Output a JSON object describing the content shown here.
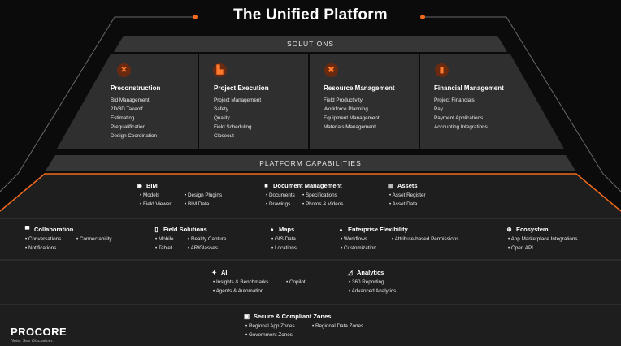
{
  "title": "The Unified Platform",
  "solutions_label": "SOLUTIONS",
  "capabilities_label": "PLATFORM CAPABILITIES",
  "solutions": [
    {
      "title": "Preconstruction",
      "icon": "x-tools-icon",
      "glyph": "✕",
      "items": [
        "Bid Management",
        "2D/3D Takeoff",
        "Estimating",
        "Prequalification",
        "Design Coordination"
      ]
    },
    {
      "title": "Project Execution",
      "icon": "hardhat-icon",
      "glyph": "▙",
      "items": [
        "Project Management",
        "Safety",
        "Quality",
        "Field Scheduling",
        "Closeout"
      ]
    },
    {
      "title": "Resource Management",
      "icon": "wrench-icon",
      "glyph": "✖",
      "items": [
        "Field Productivity",
        "Workforce Planning",
        "Equipment Management",
        "Materials Management"
      ]
    },
    {
      "title": "Financial Management",
      "icon": "bar-chart-icon",
      "glyph": "▮",
      "items": [
        "Project Financials",
        "Pay",
        "Payment Applications",
        "Accounting Integrations"
      ]
    }
  ],
  "capabilities": {
    "bim": {
      "title": "BIM",
      "icon": "cube-icon",
      "glyph": "◉",
      "items": [
        "Models",
        "Design Plugins",
        "Field Viewer",
        "BIM Data"
      ]
    },
    "document": {
      "title": "Document Management",
      "icon": "folder-icon",
      "glyph": "■",
      "items": [
        "Documents",
        "Specifications",
        "Drawings",
        "Photos & Videos"
      ]
    },
    "assets": {
      "title": "Assets",
      "icon": "building-icon",
      "glyph": "▥",
      "items": [
        "Asset Register",
        "Asset Data"
      ]
    },
    "collaboration": {
      "title": "Collaboration",
      "icon": "chat-icon",
      "glyph": "▀",
      "items": [
        "Conversations",
        "Connectability",
        "Notifications"
      ]
    },
    "field": {
      "title": "Field Solutions",
      "icon": "phone-icon",
      "glyph": "▯",
      "items": [
        "Mobile",
        "Reality Capture",
        "Tablet",
        "AR/Glasses"
      ]
    },
    "maps": {
      "title": "Maps",
      "icon": "map-pin-icon",
      "glyph": "●",
      "items": [
        "GIS Data",
        "Locations"
      ]
    },
    "flex": {
      "title": "Enterprise Flexibility",
      "icon": "hierarchy-icon",
      "glyph": "▲",
      "items": [
        "Workflows",
        "Attribute-based Permissions",
        "Customization"
      ]
    },
    "ecosystem": {
      "title": "Ecosystem",
      "icon": "globe-icon",
      "glyph": "⊛",
      "items": [
        "App Marketplace Integrations",
        "Open API"
      ]
    },
    "ai": {
      "title": "AI",
      "icon": "sparkle-icon",
      "glyph": "✦",
      "items": [
        "Insights & Benchmarks",
        "Copilot",
        "Agents & Automation"
      ]
    },
    "analytics": {
      "title": "Analytics",
      "icon": "line-chart-icon",
      "glyph": "◿",
      "items": [
        "360 Reporting",
        "Advanced Analytics"
      ]
    },
    "secure": {
      "title": "Secure & Compliant Zones",
      "icon": "lock-icon",
      "glyph": "▣",
      "items": [
        "Regional App Zones",
        "Regional Data Zones",
        "Government Zones"
      ]
    }
  },
  "brand": {
    "logo": "PROCORE",
    "note": "Note: See Disclaimer.",
    "accent": "#f26a1b"
  }
}
